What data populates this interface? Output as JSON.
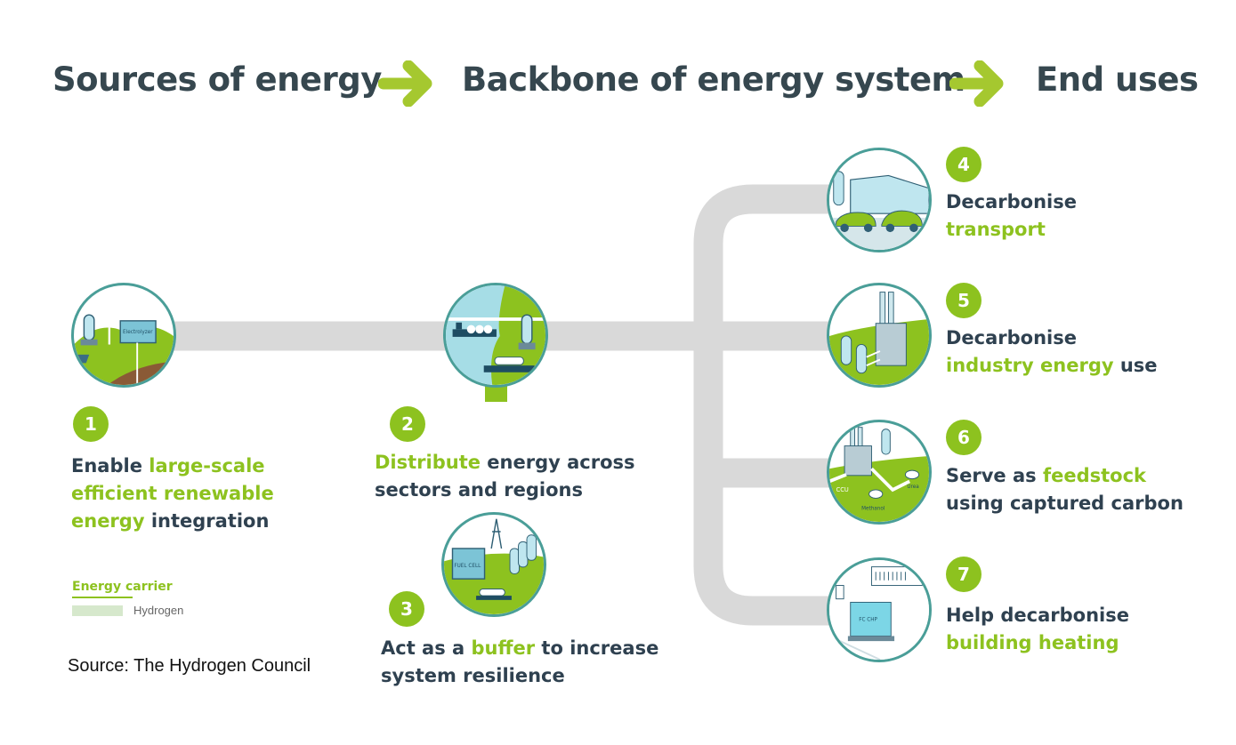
{
  "header": {
    "stages": [
      {
        "label": "Sources of energy"
      },
      {
        "label": "Backbone of energy system"
      },
      {
        "label": "End uses"
      }
    ],
    "arrow_icon": "right-arrow-icon"
  },
  "colors": {
    "accent_green": "#8dc21f",
    "text_dark": "#2f4150",
    "pipe_gray": "#d9d9d9",
    "circle_border": "#4a9e98",
    "legend_swatch": "#d6e8cc"
  },
  "steps": [
    {
      "number": "1",
      "icon": "electrolyzer-wind-solar-icon",
      "icon_label": "Electrolyzer",
      "parts": [
        {
          "t": "Enable ",
          "hl": false
        },
        {
          "t": "large-scale",
          "hl": true
        }
      ],
      "line2": [
        {
          "t": "efficient renewable",
          "hl": true
        }
      ],
      "line3": [
        {
          "t": "energy",
          "hl": true
        },
        {
          "t": " integration",
          "hl": false
        }
      ]
    },
    {
      "number": "2",
      "icon": "ship-storage-distribution-icon",
      "parts": [
        {
          "t": "Distribute",
          "hl": true
        },
        {
          "t": " energy across",
          "hl": false
        }
      ],
      "line2": [
        {
          "t": "sectors and regions",
          "hl": false
        }
      ]
    },
    {
      "number": "3",
      "icon": "fuel-cell-buffer-icon",
      "icon_label": "FUEL CELL",
      "parts": [
        {
          "t": "Act as a ",
          "hl": false
        },
        {
          "t": "buffer",
          "hl": true
        },
        {
          "t": " to increase",
          "hl": false
        }
      ],
      "line2": [
        {
          "t": "system resilience",
          "hl": false
        }
      ]
    },
    {
      "number": "4",
      "icon": "fuel-station-cars-icon",
      "parts": [
        {
          "t": "Decarbonise",
          "hl": false
        }
      ],
      "line2": [
        {
          "t": "transport",
          "hl": true
        }
      ]
    },
    {
      "number": "5",
      "icon": "industry-plant-icon",
      "parts": [
        {
          "t": "Decarbonise",
          "hl": false
        }
      ],
      "line2": [
        {
          "t": "industry energy",
          "hl": true
        },
        {
          "t": " use",
          "hl": false
        }
      ]
    },
    {
      "number": "6",
      "icon": "feedstock-ccu-icon",
      "icon_labels": [
        "CCU",
        "Urea",
        "Methanol"
      ],
      "parts": [
        {
          "t": "Serve as ",
          "hl": false
        },
        {
          "t": "feedstock",
          "hl": true
        }
      ],
      "line2": [
        {
          "t": "using captured carbon",
          "hl": false
        }
      ]
    },
    {
      "number": "7",
      "icon": "fc-chp-heating-icon",
      "icon_label": "FC CHP",
      "parts": [
        {
          "t": "Help decarbonise",
          "hl": false
        }
      ],
      "line2": [
        {
          "t": "building heating",
          "hl": true
        }
      ]
    }
  ],
  "legend": {
    "title": "Energy carrier",
    "items": [
      {
        "label": "Hydrogen"
      }
    ]
  },
  "source": "Source: The Hydrogen Council"
}
